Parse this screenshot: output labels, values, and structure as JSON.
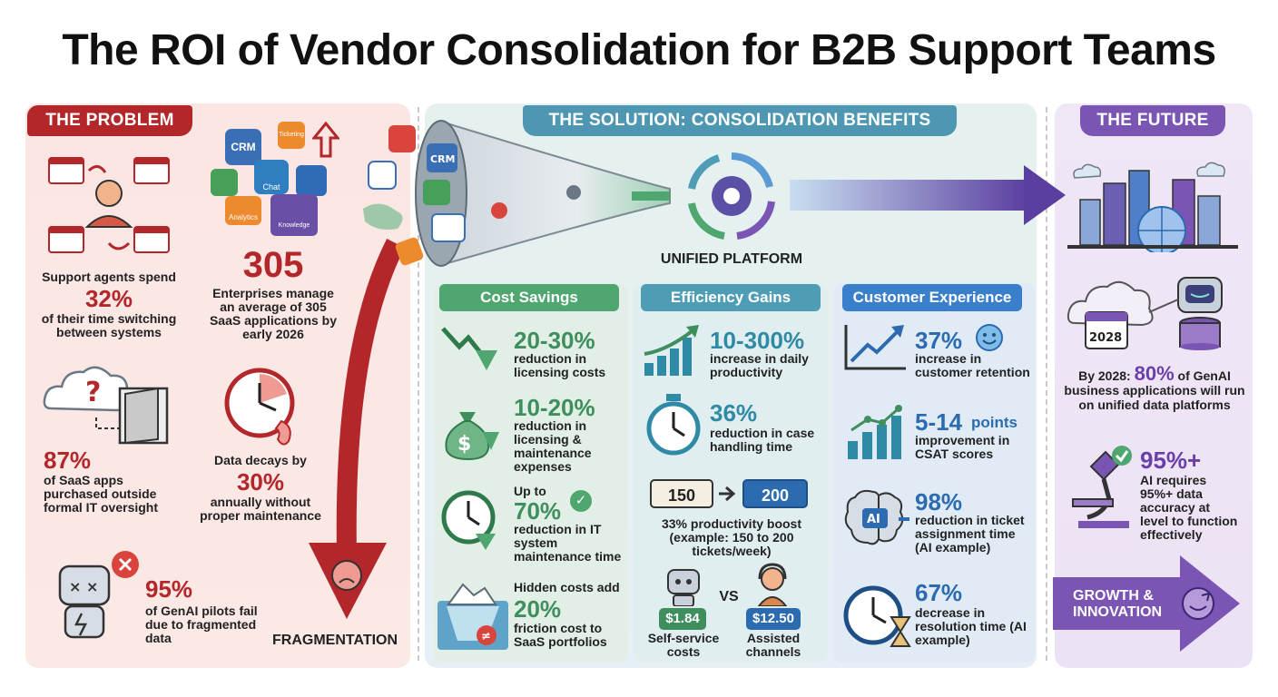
{
  "title": "The ROI of Vendor Consolidation for B2B Support Teams",
  "problem": {
    "tag": "THE PROBLEM",
    "agents": {
      "pre": "Support agents spend",
      "value": "32%",
      "post": "of their time switching between systems"
    },
    "apps_icons": {
      "crm": "CRM",
      "ticketing": "Ticketing",
      "chat": "Chat",
      "analytics": "Analytics",
      "kb": "Knowledge Base"
    },
    "saas": {
      "value": "305",
      "text": "Enterprises manage an average of 305 SaaS applications by early 2026"
    },
    "oversight": {
      "value": "87%",
      "text": "of SaaS apps purchased outside formal IT oversight"
    },
    "decay": {
      "pre": "Data decays by",
      "value": "30%",
      "post": "annually without proper maintenance"
    },
    "pilots": {
      "value": "95%",
      "text": "of GenAI pilots fail due to fragmented data"
    },
    "fragmentation": "FRAGMENTATION"
  },
  "solution": {
    "tag": "THE SOLUTION: CONSOLIDATION BENEFITS",
    "funnel_label": "CRM",
    "platform_label": "UNIFIED PLATFORM",
    "cost": {
      "header": "Cost Savings",
      "items": [
        {
          "value": "20-30%",
          "text": "reduction in licensing costs"
        },
        {
          "value": "10-20%",
          "text": "reduction in licensing & maintenance expenses"
        },
        {
          "pre": "Up to",
          "value": "70%",
          "text": "reduction in IT system maintenance time"
        },
        {
          "pre": "Hidden costs add",
          "value": "20%",
          "text": "friction cost to SaaS portfolios"
        }
      ]
    },
    "efficiency": {
      "header": "Efficiency Gains",
      "items": [
        {
          "value": "10-300%",
          "text": "increase in daily productivity"
        },
        {
          "value": "36%",
          "text": "reduction in case handling time"
        }
      ],
      "ticket_from": "150",
      "ticket_to": "200",
      "boost_text": "33% productivity boost (example: 150 to 200 tickets/week)",
      "self_service_price": "$1.84",
      "self_service_label": "Self-service costs",
      "vs": "VS",
      "assisted_price": "$12.50",
      "assisted_label": "Assisted channels"
    },
    "cx": {
      "header": "Customer Experience",
      "items": [
        {
          "value": "37%",
          "text": "increase in customer retention"
        },
        {
          "value": "5-14",
          "unit": "points",
          "text": "improvement in CSAT scores"
        },
        {
          "value": "98%",
          "text": "reduction in ticket assignment time (AI example)"
        },
        {
          "value": "67%",
          "text": "decrease in resolution time (AI example)"
        }
      ],
      "ai_chip": "AI"
    }
  },
  "future": {
    "tag": "THE FUTURE",
    "calendar_year": "2028",
    "genai": {
      "pre": "By 2028:",
      "value": "80%",
      "post": "of GenAI business applications will run on unified data platforms"
    },
    "accuracy": {
      "value": "95%+",
      "text": "AI requires 95%+ data accuracy at level to function effectively"
    },
    "growth": "GROWTH & INNOVATION"
  },
  "colors": {
    "problem": "#b3262a",
    "cost": "#4fa66f",
    "efficiency": "#4f9db5",
    "cx": "#3a7fcc",
    "future": "#7b55b4"
  }
}
